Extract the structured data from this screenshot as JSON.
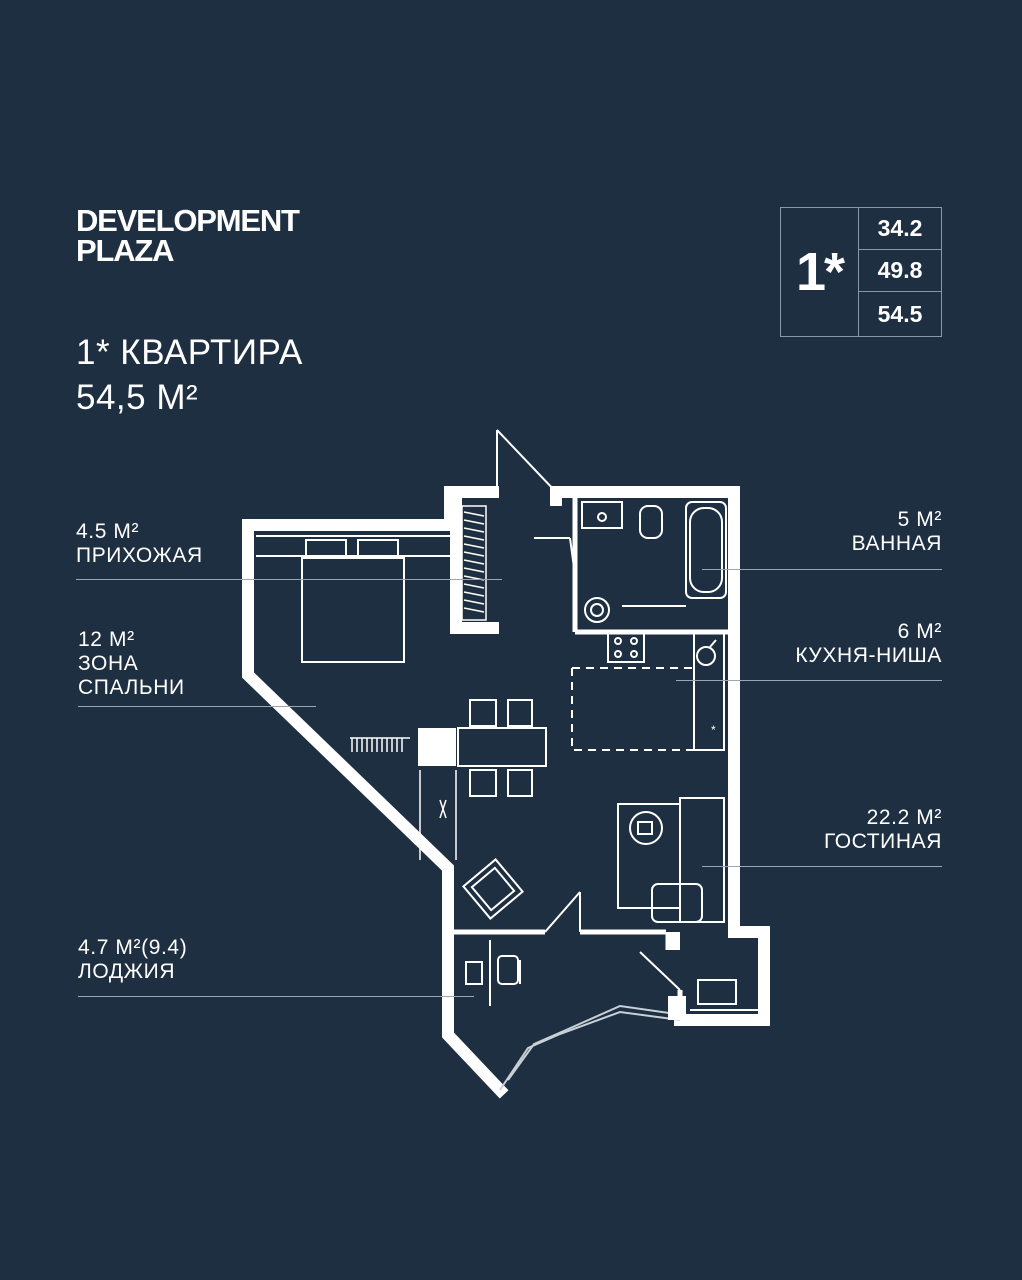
{
  "brand": {
    "line1": "DEVELOPMENT",
    "line2": "PLAZA"
  },
  "apartment": {
    "title": "1* КВАРТИРА",
    "area": "54,5 М²"
  },
  "area_table": {
    "type": "1*",
    "values": [
      "34.2",
      "49.8",
      "54.5"
    ]
  },
  "rooms": {
    "hallway": {
      "area": "4.5 М²",
      "name": "ПРИХОЖАЯ"
    },
    "sleeping": {
      "area": "12 М²",
      "name_line1": "ЗОНА",
      "name_line2": "СПАЛЬНИ"
    },
    "loggia": {
      "area": "4.7 М²(9.4)",
      "name": "ЛОДЖИЯ"
    },
    "bathroom": {
      "area": "5 М²",
      "name": "ВАННАЯ"
    },
    "kitchen": {
      "area": "6 М²",
      "name": "КУХНЯ-НИША"
    },
    "living": {
      "area": "22.2 М²",
      "name": "ГОСТИНАЯ"
    }
  },
  "colors": {
    "background": "#1e2f41",
    "wall": "#ffffff",
    "line": "#9aa6b3"
  }
}
